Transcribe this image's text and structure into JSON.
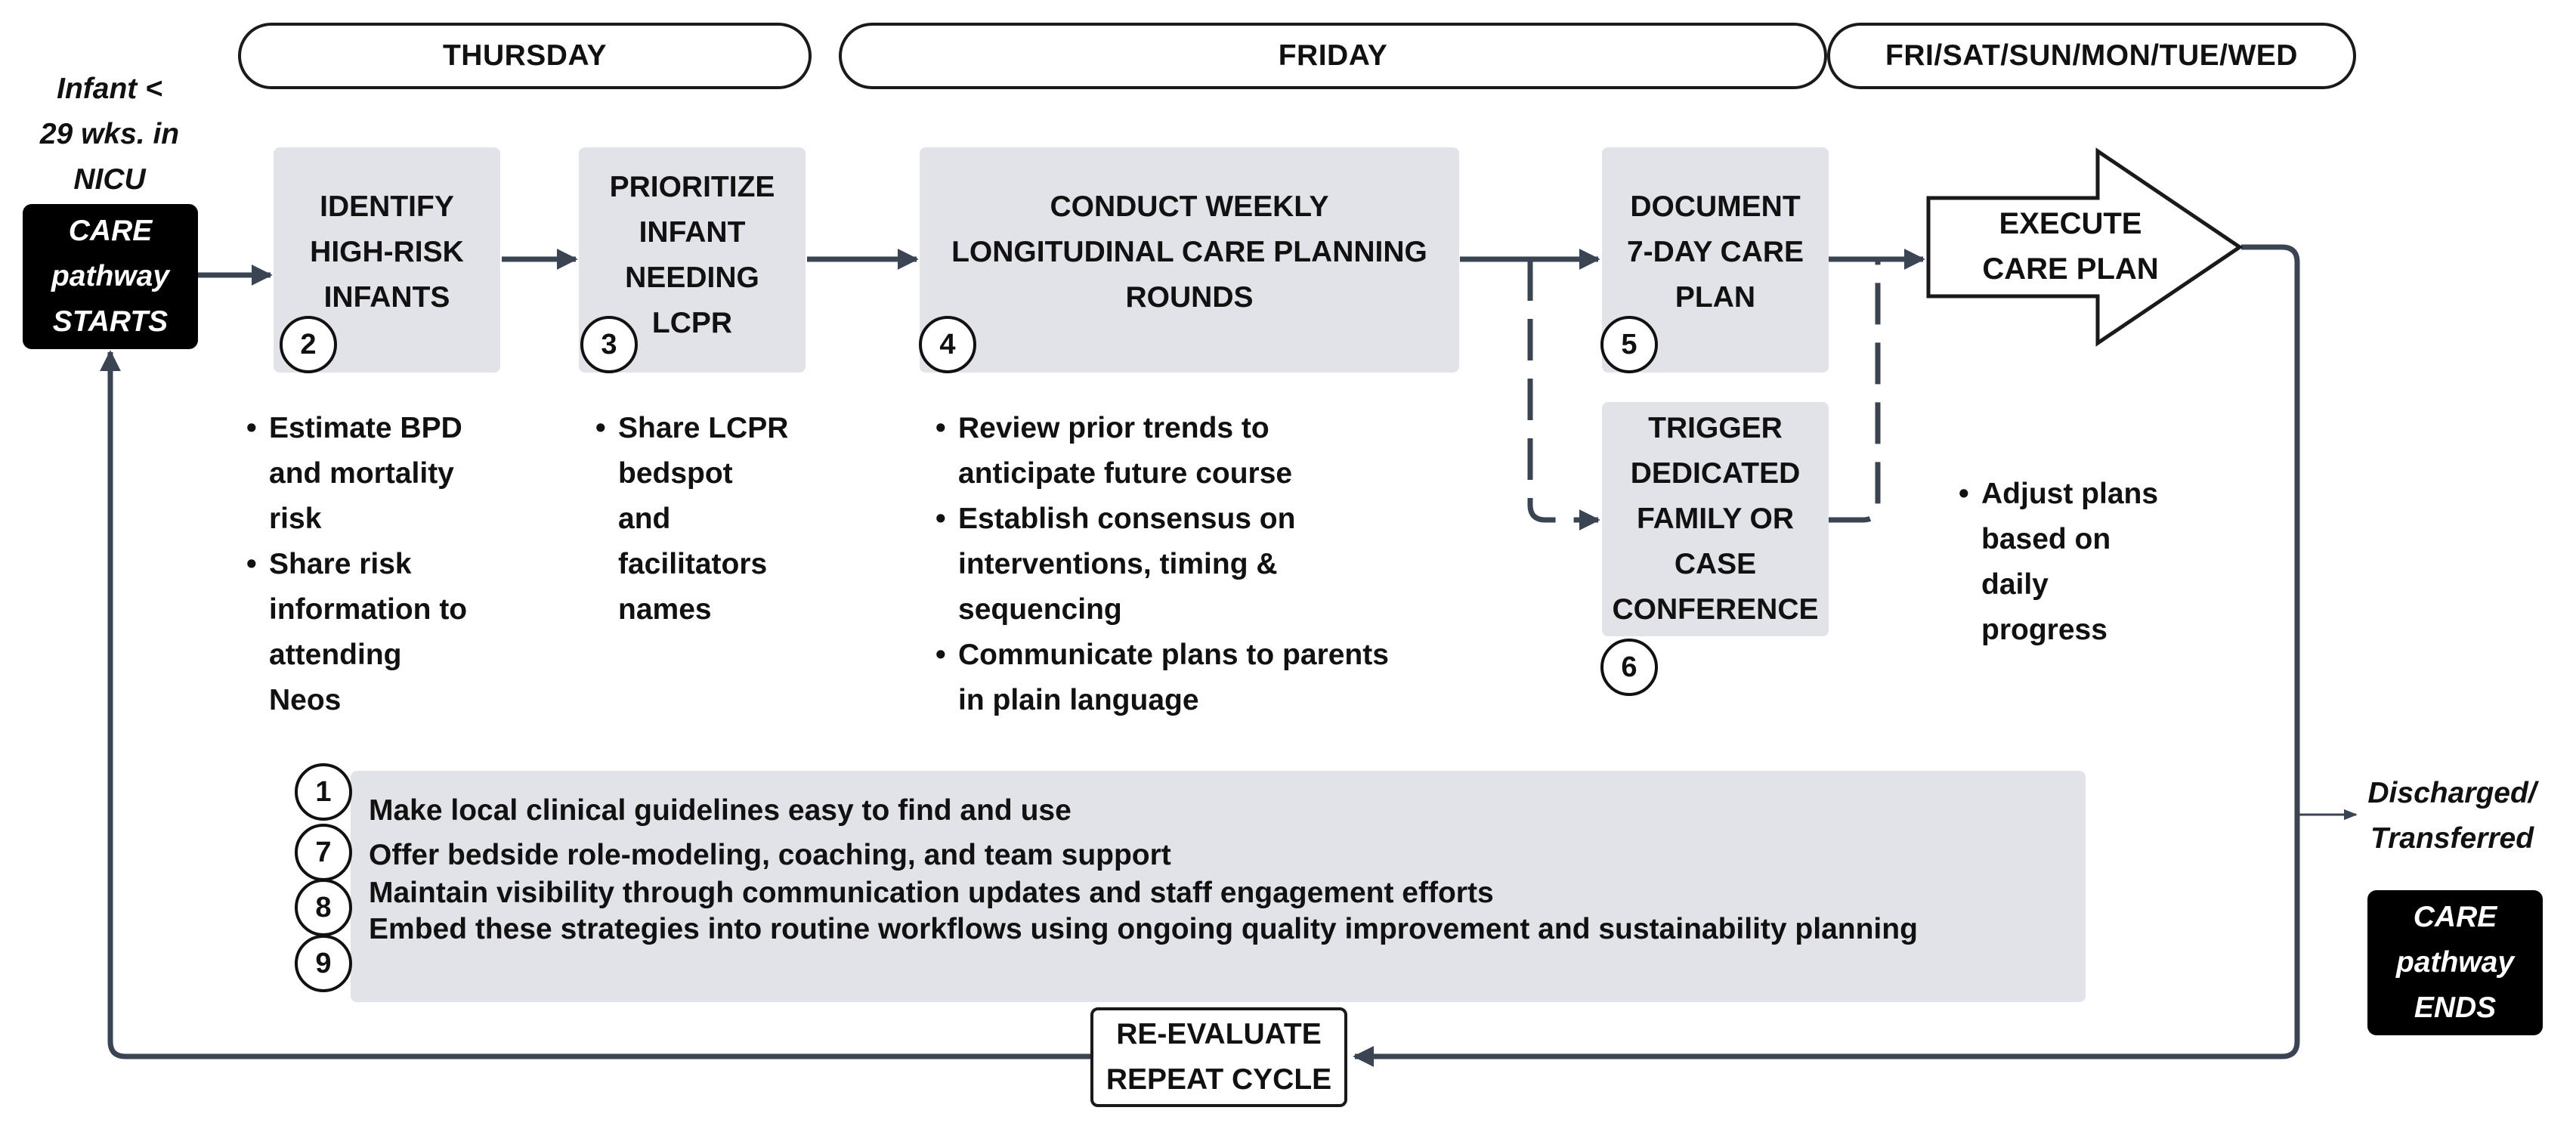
{
  "days": [
    "THURSDAY",
    "FRIDAY",
    "FRI/SAT/SUN/MON/TUE/WED"
  ],
  "start": {
    "note": [
      "Infant <",
      "29 wks. in",
      "NICU"
    ],
    "badge": [
      "CARE",
      "pathway",
      "STARTS"
    ]
  },
  "end": {
    "note": [
      "Discharged/",
      "Transferred"
    ],
    "badge": [
      "CARE",
      "pathway",
      "ENDS"
    ]
  },
  "steps": [
    {
      "num": "2",
      "lines": [
        "IDENTIFY",
        "HIGH-RISK",
        "INFANTS"
      ]
    },
    {
      "num": "3",
      "lines": [
        "PRIORITIZE",
        "INFANT",
        "NEEDING",
        "LCPR"
      ]
    },
    {
      "num": "4",
      "lines": [
        "CONDUCT WEEKLY",
        "LONGITUDINAL CARE PLANNING",
        "ROUNDS"
      ]
    },
    {
      "num": "5",
      "lines": [
        "DOCUMENT",
        "7-DAY CARE",
        "PLAN"
      ]
    },
    {
      "num": "6",
      "lines": [
        "TRIGGER",
        "DEDICATED",
        "FAMILY OR",
        "CASE",
        "CONFERENCE"
      ]
    }
  ],
  "execute": {
    "lines": [
      "EXECUTE",
      "CARE PLAN"
    ]
  },
  "bullets": {
    "identify": [
      [
        "Estimate BPD",
        "and mortality",
        "risk"
      ],
      [
        "Share risk",
        "information to",
        "attending",
        "Neos"
      ]
    ],
    "prioritize": [
      [
        "Share LCPR",
        "bedspot",
        "and",
        "facilitators",
        "names"
      ]
    ],
    "rounds": [
      [
        "Review prior trends to",
        "anticipate future course"
      ],
      [
        "Establish consensus on",
        "interventions, timing &",
        "sequencing"
      ],
      [
        "Communicate plans to parents",
        "in plain language"
      ]
    ],
    "execute": [
      [
        "Adjust plans",
        "based on",
        "daily",
        "progress"
      ]
    ]
  },
  "strategies": {
    "numbers": [
      "1",
      "7",
      "8",
      "9"
    ],
    "lines": [
      "Make local clinical guidelines easy to find and use",
      "Offer bedside role-modeling, coaching, and team support",
      "Maintain visibility through communication updates and staff engagement efforts",
      "Embed these strategies into routine workflows using ongoing quality improvement and sustainability planning"
    ]
  },
  "reevaluate": {
    "lines": [
      "RE-EVALUATE",
      "REPEAT CYCLE"
    ]
  },
  "colors": {
    "box_fill": "#e1e3e8",
    "connector": "#3a4452",
    "badge": "#000000"
  }
}
